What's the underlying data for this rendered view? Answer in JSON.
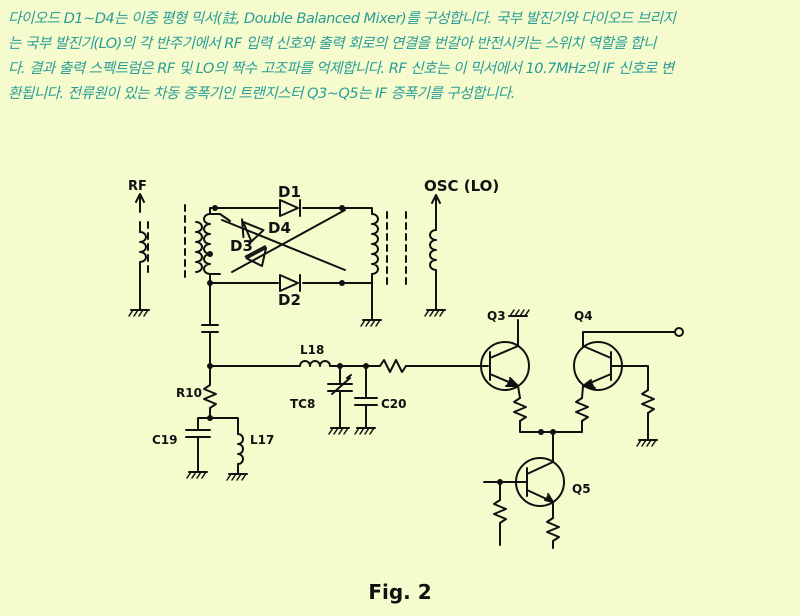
{
  "paragraph": {
    "lines": [
      "다이오드 D1~D4는 이중 평형 믹서(註, Double Balanced Mixer)를 구성합니다. 국부 발진기와 다이오드 브리지",
      "는 국부 발진기(LO)의 각 반주기에서 RF 입력 신호와 출력 회로의 연결을 번갈아 반전시키는 스위치 역할을 합니",
      "다. 결과 출력 스펙트럼은 RF 및 LO의 짝수 고조파를 억제합니다. RF 신호는 이 믹서에서 10.7MHz의 IF 신호로 변",
      "환됩니다. 전류원이 있는 차동 증폭기인 트랜지스터 Q3~Q5는 IF 증폭기를 구성합니다."
    ]
  },
  "schematic": {
    "labels": {
      "rf": "RF",
      "osc": "OSC (LO)",
      "d1": "D1",
      "d2": "D2",
      "d3": "D3",
      "d4": "D4",
      "l18": "L18",
      "tc8": "TC8",
      "c20": "C20",
      "r10": "R10",
      "c19": "C19",
      "l17": "L17",
      "q3": "Q3",
      "q4": "Q4",
      "q5": "Q5"
    }
  },
  "caption": "Fig. 2",
  "colors": {
    "background": "#f6fbce",
    "paragraph_text": "#2a9d98",
    "ink": "#111111"
  }
}
